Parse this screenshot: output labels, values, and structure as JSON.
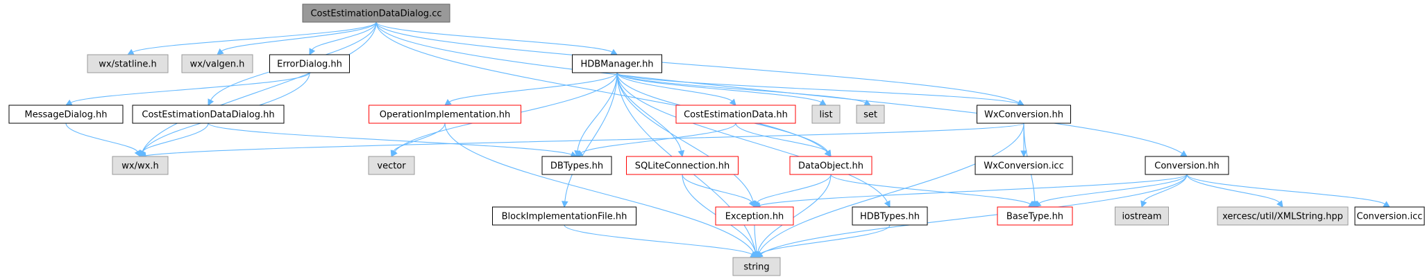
{
  "diagram": {
    "nodes": [
      {
        "id": "root",
        "label": "CostEstimationDataDialog.cc",
        "style": "root"
      },
      {
        "id": "statline",
        "label": "wx/statline.h",
        "style": "external"
      },
      {
        "id": "valgen",
        "label": "wx/valgen.h",
        "style": "external"
      },
      {
        "id": "errordialog",
        "label": "ErrorDialog.hh",
        "style": "normal"
      },
      {
        "id": "hdbmanager",
        "label": "HDBManager.hh",
        "style": "normal"
      },
      {
        "id": "messagedialog",
        "label": "MessageDialog.hh",
        "style": "normal"
      },
      {
        "id": "cedd_hh",
        "label": "CostEstimationDataDialog.hh",
        "style": "normal"
      },
      {
        "id": "opimpl",
        "label": "OperationImplementation.hh",
        "style": "red"
      },
      {
        "id": "cedata",
        "label": "CostEstimationData.hh",
        "style": "red"
      },
      {
        "id": "list",
        "label": "list",
        "style": "external"
      },
      {
        "id": "set",
        "label": "set",
        "style": "external"
      },
      {
        "id": "wxconv",
        "label": "WxConversion.hh",
        "style": "normal"
      },
      {
        "id": "wxwx",
        "label": "wx/wx.h",
        "style": "external"
      },
      {
        "id": "vector",
        "label": "vector",
        "style": "external"
      },
      {
        "id": "dbtypes",
        "label": "DBTypes.hh",
        "style": "normal"
      },
      {
        "id": "sqlite",
        "label": "SQLiteConnection.hh",
        "style": "red"
      },
      {
        "id": "dataobject",
        "label": "DataObject.hh",
        "style": "red"
      },
      {
        "id": "wxconv_icc",
        "label": "WxConversion.icc",
        "style": "normal"
      },
      {
        "id": "conversion",
        "label": "Conversion.hh",
        "style": "normal"
      },
      {
        "id": "blockimpl",
        "label": "BlockImplementationFile.hh",
        "style": "normal"
      },
      {
        "id": "exception",
        "label": "Exception.hh",
        "style": "red"
      },
      {
        "id": "hdbtypes",
        "label": "HDBTypes.hh",
        "style": "normal"
      },
      {
        "id": "basetype",
        "label": "BaseType.hh",
        "style": "red"
      },
      {
        "id": "iostream",
        "label": "iostream",
        "style": "external"
      },
      {
        "id": "xmlstring",
        "label": "xercesc/util/XMLString.hpp",
        "style": "external"
      },
      {
        "id": "conversion_icc",
        "label": "Conversion.icc",
        "style": "normal"
      },
      {
        "id": "string",
        "label": "string",
        "style": "external"
      }
    ],
    "edges": [
      [
        "root",
        "statline"
      ],
      [
        "root",
        "valgen"
      ],
      [
        "root",
        "errordialog"
      ],
      [
        "root",
        "hdbmanager"
      ],
      [
        "root",
        "wxwx"
      ],
      [
        "root",
        "cedd_hh"
      ],
      [
        "root",
        "wxconv"
      ],
      [
        "root",
        "conversion"
      ],
      [
        "root",
        "dataobject"
      ],
      [
        "errordialog",
        "messagedialog"
      ],
      [
        "errordialog",
        "wxwx"
      ],
      [
        "messagedialog",
        "wxwx"
      ],
      [
        "cedd_hh",
        "wxwx"
      ],
      [
        "cedd_hh",
        "dbtypes"
      ],
      [
        "hdbmanager",
        "opimpl"
      ],
      [
        "hdbmanager",
        "cedata"
      ],
      [
        "hdbmanager",
        "list"
      ],
      [
        "hdbmanager",
        "set"
      ],
      [
        "hdbmanager",
        "wxconv"
      ],
      [
        "hdbmanager",
        "vector"
      ],
      [
        "hdbmanager",
        "dbtypes"
      ],
      [
        "hdbmanager",
        "sqlite"
      ],
      [
        "hdbmanager",
        "dataobject"
      ],
      [
        "hdbmanager",
        "blockimpl"
      ],
      [
        "hdbmanager",
        "exception"
      ],
      [
        "hdbmanager",
        "hdbtypes"
      ],
      [
        "hdbmanager",
        "string"
      ],
      [
        "opimpl",
        "vector"
      ],
      [
        "opimpl",
        "string"
      ],
      [
        "cedata",
        "dbtypes"
      ],
      [
        "cedata",
        "dataobject"
      ],
      [
        "wxconv",
        "wxwx"
      ],
      [
        "wxconv",
        "wxconv_icc"
      ],
      [
        "wxconv",
        "basetype"
      ],
      [
        "wxconv",
        "string"
      ],
      [
        "sqlite",
        "exception"
      ],
      [
        "sqlite",
        "string"
      ],
      [
        "dataobject",
        "exception"
      ],
      [
        "dataobject",
        "basetype"
      ],
      [
        "dataobject",
        "string"
      ],
      [
        "conversion",
        "exception"
      ],
      [
        "conversion",
        "basetype"
      ],
      [
        "conversion",
        "iostream"
      ],
      [
        "conversion",
        "xmlstring"
      ],
      [
        "conversion",
        "conversion_icc"
      ],
      [
        "conversion",
        "string"
      ],
      [
        "blockimpl",
        "string"
      ],
      [
        "exception",
        "string"
      ],
      [
        "hdbtypes",
        "string"
      ]
    ]
  }
}
